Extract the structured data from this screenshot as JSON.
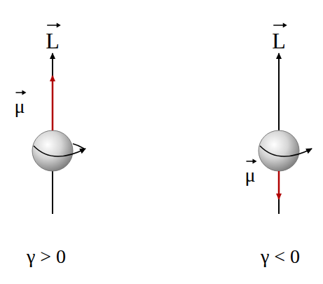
{
  "diagram": {
    "labels": [
      "L",
      "μ",
      "γ > 0",
      "L",
      "μ",
      "γ < 0"
    ]
  }
}
